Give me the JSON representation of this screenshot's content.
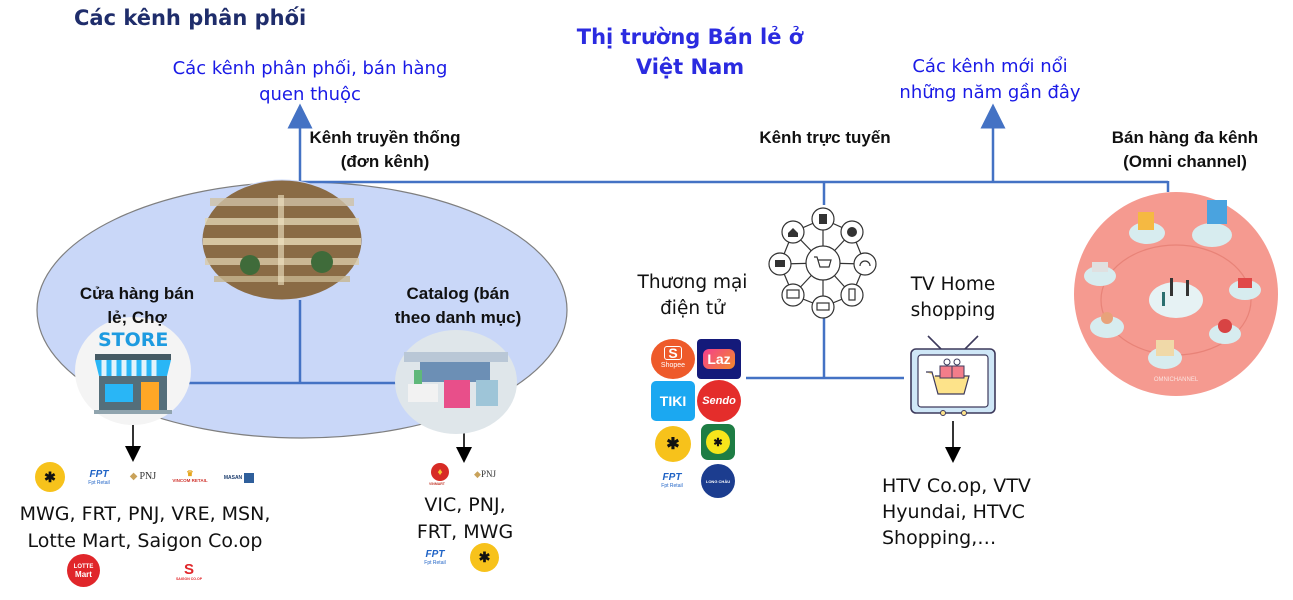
{
  "header": {
    "section_title": "Các kênh phân phối",
    "main_title_line1": "Thị trường Bán lẻ ở",
    "main_title_line2": "Việt Nam"
  },
  "notes": {
    "familiar_line1": "Các kênh phân phối, bán hàng",
    "familiar_line2": "quen thuộc",
    "emerging_line1": "Các kênh mới nổi",
    "emerging_line2": "những năm gần đây"
  },
  "channels": {
    "traditional_line1": "Kênh truyền thống",
    "traditional_line2": "(đơn kênh)",
    "online": "Kênh trực tuyến",
    "omni_line1": "Bán hàng đa kênh",
    "omni_line2": "(Omni channel)"
  },
  "traditional": {
    "store_line1": "Cửa hàng bán",
    "store_line2": "lẻ; Chợ",
    "store_sign": "STORE",
    "catalog_line1": "Catalog (bán",
    "catalog_line2": "theo danh mục)",
    "store_players_line1": "MWG, FRT, PNJ, VRE, MSN,",
    "store_players_line2": "Lotte Mart, Saigon Co.op",
    "catalog_players_line1": "VIC, PNJ,",
    "catalog_players_line2": "FRT, MWG"
  },
  "online": {
    "ecommerce_line1": "Thương mại",
    "ecommerce_line2": "điện tử",
    "tv_line1": "TV Home",
    "tv_line2": "shopping",
    "tv_players_line1": "HTV Co.op, VTV",
    "tv_players_line2": "Hyundai, HTVC",
    "tv_players_line3": "Shopping,…"
  },
  "omni": {
    "image_caption": "OMNICHANNEL"
  },
  "logos": {
    "fpt": "FPT",
    "fpt_sub": "Fpt Retail",
    "pnj": "PNJ",
    "vincom": "VINCOM RETAIL",
    "masan": "MASAN",
    "lotte_line1": "LOTTE",
    "lotte_line2": "Mart",
    "saigon_coop": "SAIGON CO.OP",
    "vinmart": "VINMART",
    "shopee": "Shopee",
    "shopee_s": "S",
    "lazada": "Laz",
    "tiki": "TIKI",
    "sendo": "Sendo",
    "longchau": "LONG CHÂU"
  },
  "colors": {
    "accent_blue": "#4472c4",
    "title_navy": "#1f2d6b",
    "note_blue": "#1a1ae6",
    "ellipse_fill": "#c9d7f8",
    "omni_pink": "#f59a90"
  }
}
